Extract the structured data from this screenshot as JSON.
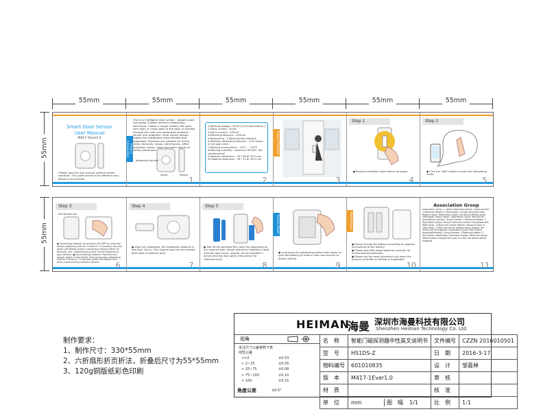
{
  "dimensions": {
    "panel_width_labels": [
      "55mm",
      "55mm",
      "55mm",
      "55mm",
      "55mm",
      "55mm"
    ],
    "height_label_top": "55mm",
    "height_label_bottom": "55mm"
  },
  "row1": {
    "panel1": {
      "title": "Smart Door Sensor",
      "subtitle": "User Manual",
      "version": "M417-1Ever1.0",
      "notice": "*Please read the user manual carefully before operation. The guide picture is for reference only, please in kind prevail."
    },
    "panel2": {
      "intro": "This is a intelligent door sensor , adopts super low power Z-Wave wireless networking technique, makes a longer battery life-span. Feel open or close state of the door or window through the near and separation between sensor and magnetic. Dual sensor design, makes the installation more flexible and adaptable. Products are suitable for home, villas, factories, shops, warehouses, office buildings, banks, room and other places of safety prevention.",
      "side_tab": "Product Introduction",
      "label_indicator": "Networking Indicator",
      "label_sensor": "Sensor",
      "label_magnet": "Magnet",
      "page": "1"
    },
    "panel3": {
      "specs": [
        "1.Working Voltage : DC3V (2 pcs AAA battery )",
        "2.Static current : ≤5uA",
        "3.Alarm current : ≤35mA",
        "4.Detecting distance : ≥20mm",
        "5.Networking : Z-Wave Ad-Hoc Network",
        "6.Wireless networking distance : ≤70 meters in the open area )",
        "7.Working environment : -10℃ ~ +50℃",
        "8.Working humidity : maximum 95%RH（No condensation）",
        "9.Detector dimension : 76 * 36.6* 16.5 mm",
        "10.Magnet dimension : 76 * 11.8* 16.5 mm"
      ],
      "page": "2"
    },
    "panel4": {
      "side_tab": "Product Features",
      "page": "3"
    },
    "panel5": {
      "step": "Step 1",
      "caption": "● Remove insulation make device on power.",
      "page": "4"
    },
    "panel6": {
      "step": "Step 2",
      "caption": "● Click the \"add\" button to enter the networking mode.",
      "page": "5"
    }
  },
  "row2": {
    "panel1": {
      "step": "Step 3",
      "label": "Anti-tamper key",
      "caption": "● Connecting network: According to the APP tip, press the device networking hole for 3 times in 1.5 seconds, then the green LED flashes quickly (connecting network within 30 seconds), and \"networking succeed\" will be displayed on app interface. ● Disconnecting network: Press the anti-tamper switch on the device, then quick press networking hole for 3 times in 1.5 seconds, green LED flashes for 6 times, disconnecting network succeed.",
      "page": "6"
    },
    "panel2": {
      "step": "Step 4",
      "caption": "● Align the installation, the installation distance is less than 15mm. (The magnet part can be installed both sides of detector part)",
      "page": "7"
    },
    "panel3": {
      "step": "Step 5",
      "caption": "● Tear off the gummed film, stick the equipment on the required area. Sensor should be installed in fixed area like door frame, magnet can be installed in active area like door panel. (this picture for reference only)",
      "page": "8"
    },
    "panel4": {
      "side_tab": "Factory Reset",
      "caption": "● Long press the networking button then power on (put into battery),ID code is clean and recover to factory setting.",
      "page": "9"
    },
    "panel5": {
      "side_tab": "Maintenance",
      "captions": [
        "● Please change the battery according to negative and positive of the battery.",
        "● Please deal with waste batteries correctly for environmental protection.",
        "● Please use the reset procedure only when the primary controller is missing or inoperable."
      ],
      "page": "10"
    },
    "panel6": {
      "title": "Association Group",
      "text": "Association Group 1: Lifeline association group. Group Number: 1 Maximum Nodes: 5. Description: Include command class: Battery report, Notification report, and Device Reset Locally notification, Binary report. Association Group: Root Device group(Binary Sensor). Group Number: 2 Maximum Nodes: 5. Description: Binary Sensor Command Classes Compatible with BSW series. 1.Means the sensor detects change of open or close state. 2.When the sensor detects status change, the device will be triggered. Association Group: Root Device group(Notification). Group Number: 3 Maximum Nodes: 5. Description: Notification Command Classes. When the sensor detects status change from open to close, the device will be triggered.",
      "page": "11"
    }
  },
  "title_block": {
    "brand": "HEIMAN",
    "brand_cn": "海曼",
    "company_cn": "深圳市海曼科技有限公司",
    "company_en": "Shenzhen Heiman Technology Co. Ltd",
    "rows": [
      {
        "label": "名　称",
        "value": "智能门磁探测器中性英文说明书",
        "label2": "文件编号",
        "value2": "CZZN 2016010501"
      },
      {
        "label": "型　号",
        "value": "HS1DS-Z",
        "label2": "日　期",
        "value2": "2016-3-17"
      },
      {
        "label": "物料编号",
        "value": "601010835",
        "label2": "设　计",
        "value2": "邹喜林"
      },
      {
        "label": "版　本",
        "value": "M417-1Ever1.0",
        "label2": "审　核",
        "value2": ""
      },
      {
        "label": "材　质",
        "value": "",
        "label2": "核　准",
        "value2": ""
      },
      {
        "label": "单　位",
        "value": "mm",
        "label2": "图　幅",
        "value2": "1/1",
        "label3": "比　例",
        "value3": "1:1"
      }
    ],
    "view_label": "视角",
    "tolerance": {
      "header1": "未注尺寸公差参照下表",
      "header2": "线性公差",
      "ranges": [
        "<=2",
        "> 2~25",
        "> 25~75",
        "> 75~100",
        "> 100"
      ],
      "values": [
        "±0.03",
        "±0.05",
        "±0.08",
        "±0.10",
        "±0.15"
      ],
      "angle_label": "角度公差",
      "angle_value": "±0.5°"
    }
  },
  "requirements": {
    "title": "制作要求：",
    "items": [
      "1、制作尺寸：330*55mm",
      "2、六折扇形折页折法，折叠后尺寸为55*55mm",
      "3、120g铜版纸彩色印刷"
    ]
  },
  "colors": {
    "accent_blue": "#1e9be0",
    "accent_orange": "#f29a2e",
    "side_blue": "#1e8fd6"
  }
}
